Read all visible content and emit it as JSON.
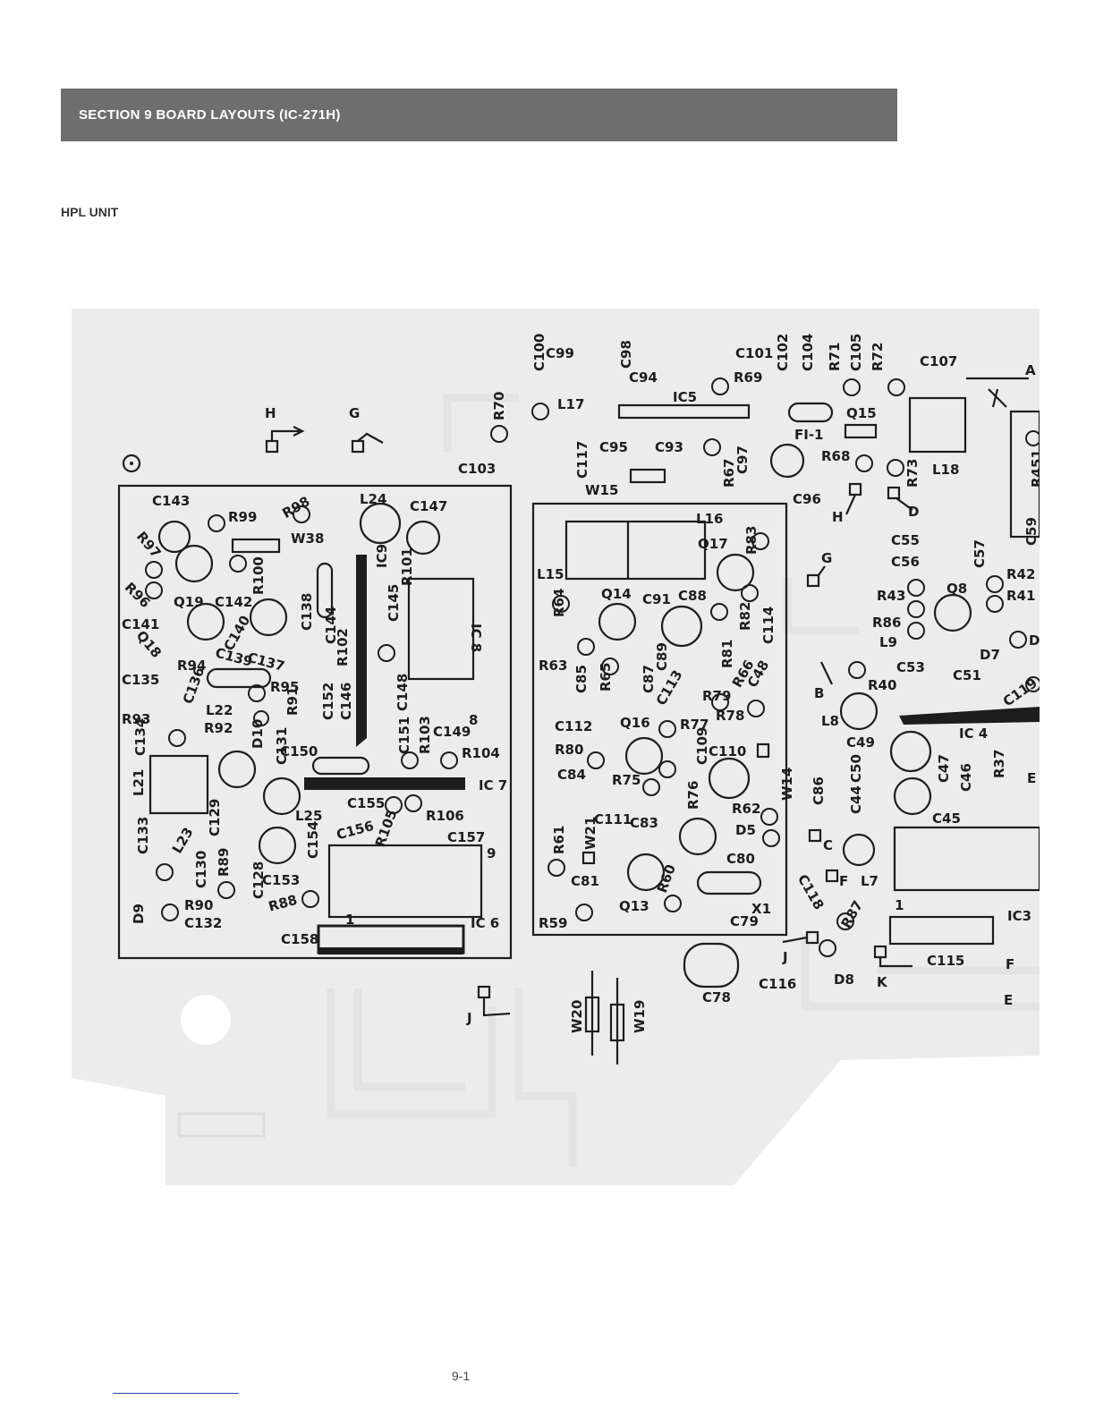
{
  "header": {
    "title": "SECTION 9 BOARD LAYOUTS (IC-271H)"
  },
  "unit": {
    "name": "HPL UNIT"
  },
  "page": {
    "number": "9-1"
  },
  "colors": {
    "banner": "#6e6e6e",
    "board": "#ececec",
    "ink": "#1d1d1d"
  },
  "connection_markers": [
    "A",
    "B",
    "C",
    "D",
    "E",
    "F",
    "G",
    "H",
    "J",
    "K"
  ],
  "board_labels": {
    "top": [
      "C100",
      "C99",
      "C98",
      "C101",
      "C102",
      "C104",
      "R71",
      "C105",
      "R72",
      "C107",
      "C94",
      "IC5",
      "R69",
      "L17",
      "R70",
      "C103",
      "C95",
      "C93",
      "C97",
      "C117",
      "W15",
      "R67",
      "FI-1",
      "Q15",
      "R68",
      "R73",
      "L18",
      "R451",
      "C96"
    ],
    "left_module": [
      "C143",
      "R99",
      "R98",
      "L24",
      "C147",
      "R97",
      "W38",
      "IC9",
      "R101",
      "C145",
      "R96",
      "Q19",
      "C142",
      "R100",
      "C141",
      "C140",
      "C138",
      "C144",
      "R102",
      "IC 8",
      "Q18",
      "R94",
      "C139",
      "C137",
      "C135",
      "C136",
      "R95",
      "R91",
      "C152",
      "C146",
      "C148",
      "R93",
      "L22",
      "R92",
      "C134",
      "D10",
      "C131",
      "C151",
      "R103",
      "C149",
      "8",
      "C150",
      "R104",
      "L21",
      "IC 7",
      "C155",
      "L25",
      "C156",
      "R105",
      "R106",
      "C129",
      "C157",
      "C133",
      "L23",
      "C154",
      "9",
      "R89",
      "C130",
      "C128",
      "C153",
      "R88",
      "D9",
      "R90",
      "C132",
      "IC 6",
      "C158",
      "1"
    ],
    "middle_module": [
      "L16",
      "Q17",
      "R83",
      "L15",
      "Q14",
      "C91",
      "C88",
      "R64",
      "R82",
      "C114",
      "C89",
      "R63",
      "R81",
      "R66",
      "C85",
      "R65",
      "C87",
      "C113",
      "R79",
      "C48",
      "R78",
      "C112",
      "Q16",
      "R77",
      "C109",
      "R80",
      "C110",
      "C84",
      "R75",
      "R76",
      "W14",
      "C111",
      "C83",
      "R62",
      "D5",
      "R61",
      "W21",
      "C80",
      "C81",
      "R60",
      "Q13",
      "R59",
      "C79",
      "X1"
    ],
    "right": [
      "C55",
      "C56",
      "C57",
      "R42",
      "R43",
      "Q8",
      "R41",
      "R86",
      "L9",
      "D7",
      "R40",
      "C53",
      "C51",
      "C119",
      "L8",
      "C49",
      "IC4",
      "C86",
      "C50",
      "C47",
      "C46",
      "R37",
      "C44",
      "C45",
      "C118",
      "L7",
      "R87",
      "IC3",
      "C115",
      "D8",
      "C116",
      "C78",
      "C59"
    ],
    "bottom": [
      "W20",
      "W19",
      "D8"
    ]
  }
}
